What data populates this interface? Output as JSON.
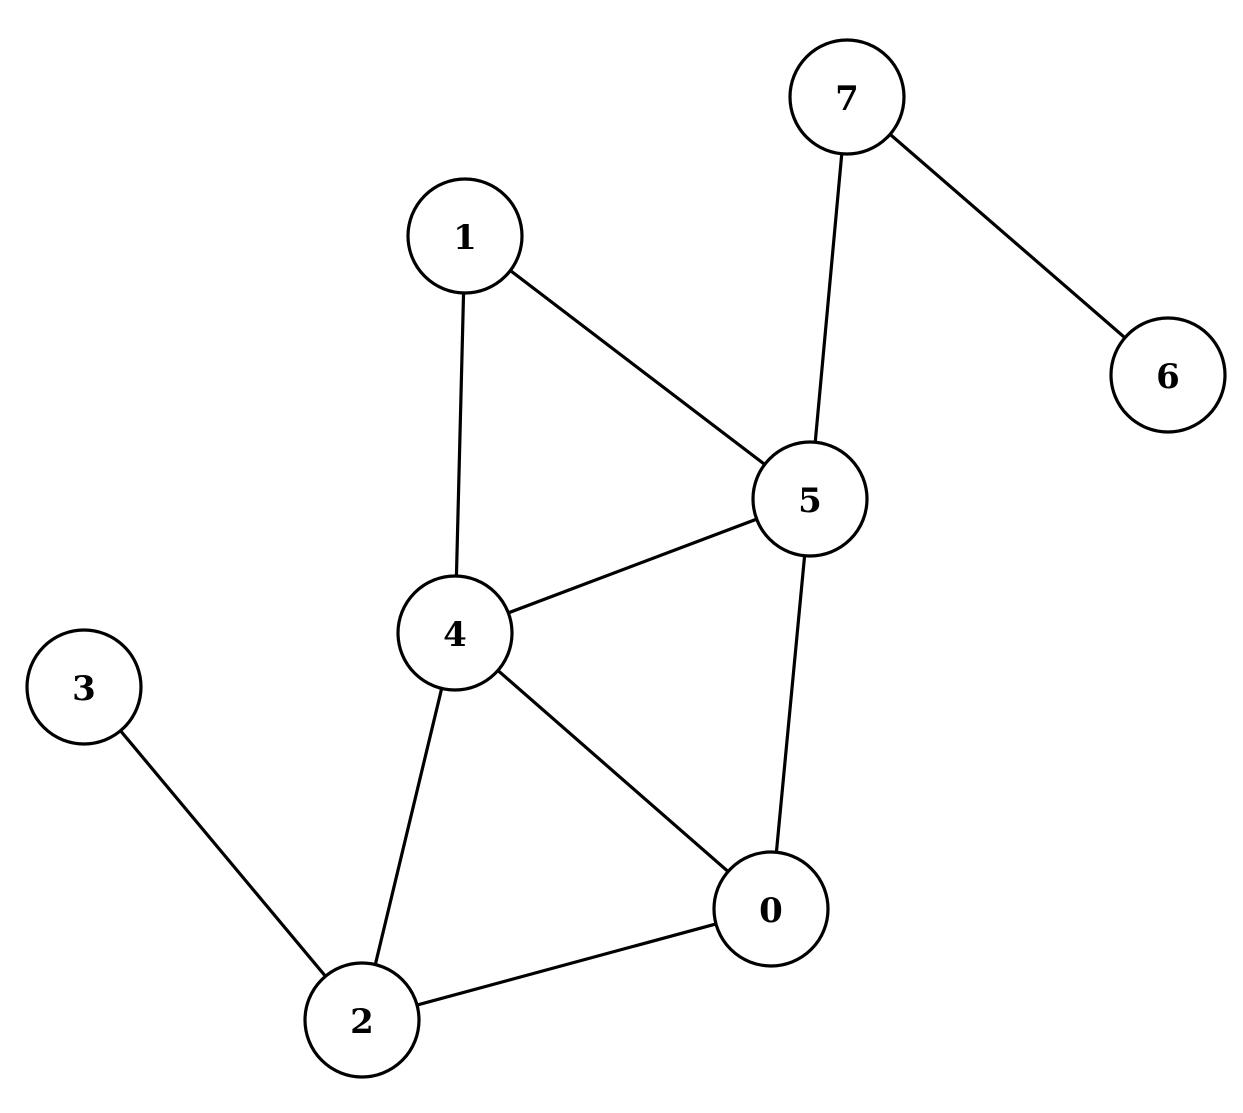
{
  "graph": {
    "nodes": [
      {
        "id": "0",
        "label": "0"
      },
      {
        "id": "1",
        "label": "1"
      },
      {
        "id": "2",
        "label": "2"
      },
      {
        "id": "3",
        "label": "3"
      },
      {
        "id": "4",
        "label": "4"
      },
      {
        "id": "5",
        "label": "5"
      },
      {
        "id": "6",
        "label": "6"
      },
      {
        "id": "7",
        "label": "7"
      }
    ],
    "edges": [
      {
        "from": "7",
        "to": "6"
      },
      {
        "from": "7",
        "to": "5"
      },
      {
        "from": "1",
        "to": "5"
      },
      {
        "from": "1",
        "to": "4"
      },
      {
        "from": "4",
        "to": "5"
      },
      {
        "from": "5",
        "to": "0"
      },
      {
        "from": "4",
        "to": "0"
      },
      {
        "from": "4",
        "to": "2"
      },
      {
        "from": "3",
        "to": "2"
      },
      {
        "from": "2",
        "to": "0"
      }
    ]
  }
}
